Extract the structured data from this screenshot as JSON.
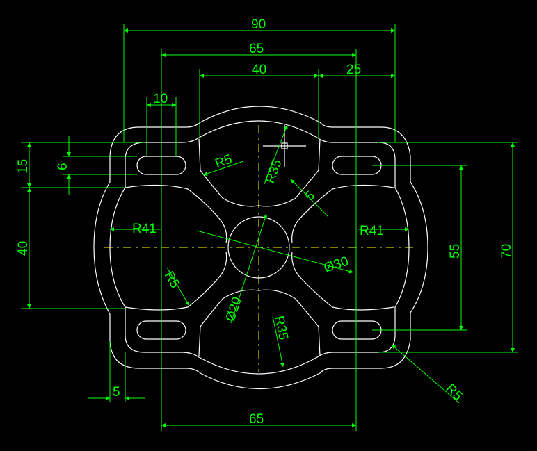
{
  "colors": {
    "background": "#000000",
    "part_outline": "#ffffff",
    "dimension": "#00ff00",
    "centerline": "#ffff00"
  },
  "dimensions": {
    "top_overall": "90",
    "top_65": "65",
    "top_40": "40",
    "top_25": "25",
    "slot_width": "10",
    "left_15": "15",
    "left_6": "6",
    "left_40": "40",
    "right_55": "55",
    "right_70": "70",
    "bottom_65": "65",
    "bottom_5": "5",
    "r5_top": "R5",
    "r35_top": "R35",
    "small_5": "5",
    "r41_left": "R41",
    "r41_right": "R41",
    "r5_left": "R5",
    "dia_30": "Ø30",
    "dia_20": "Ø20",
    "r35_bottom": "R35",
    "r5_corner": "R5"
  }
}
